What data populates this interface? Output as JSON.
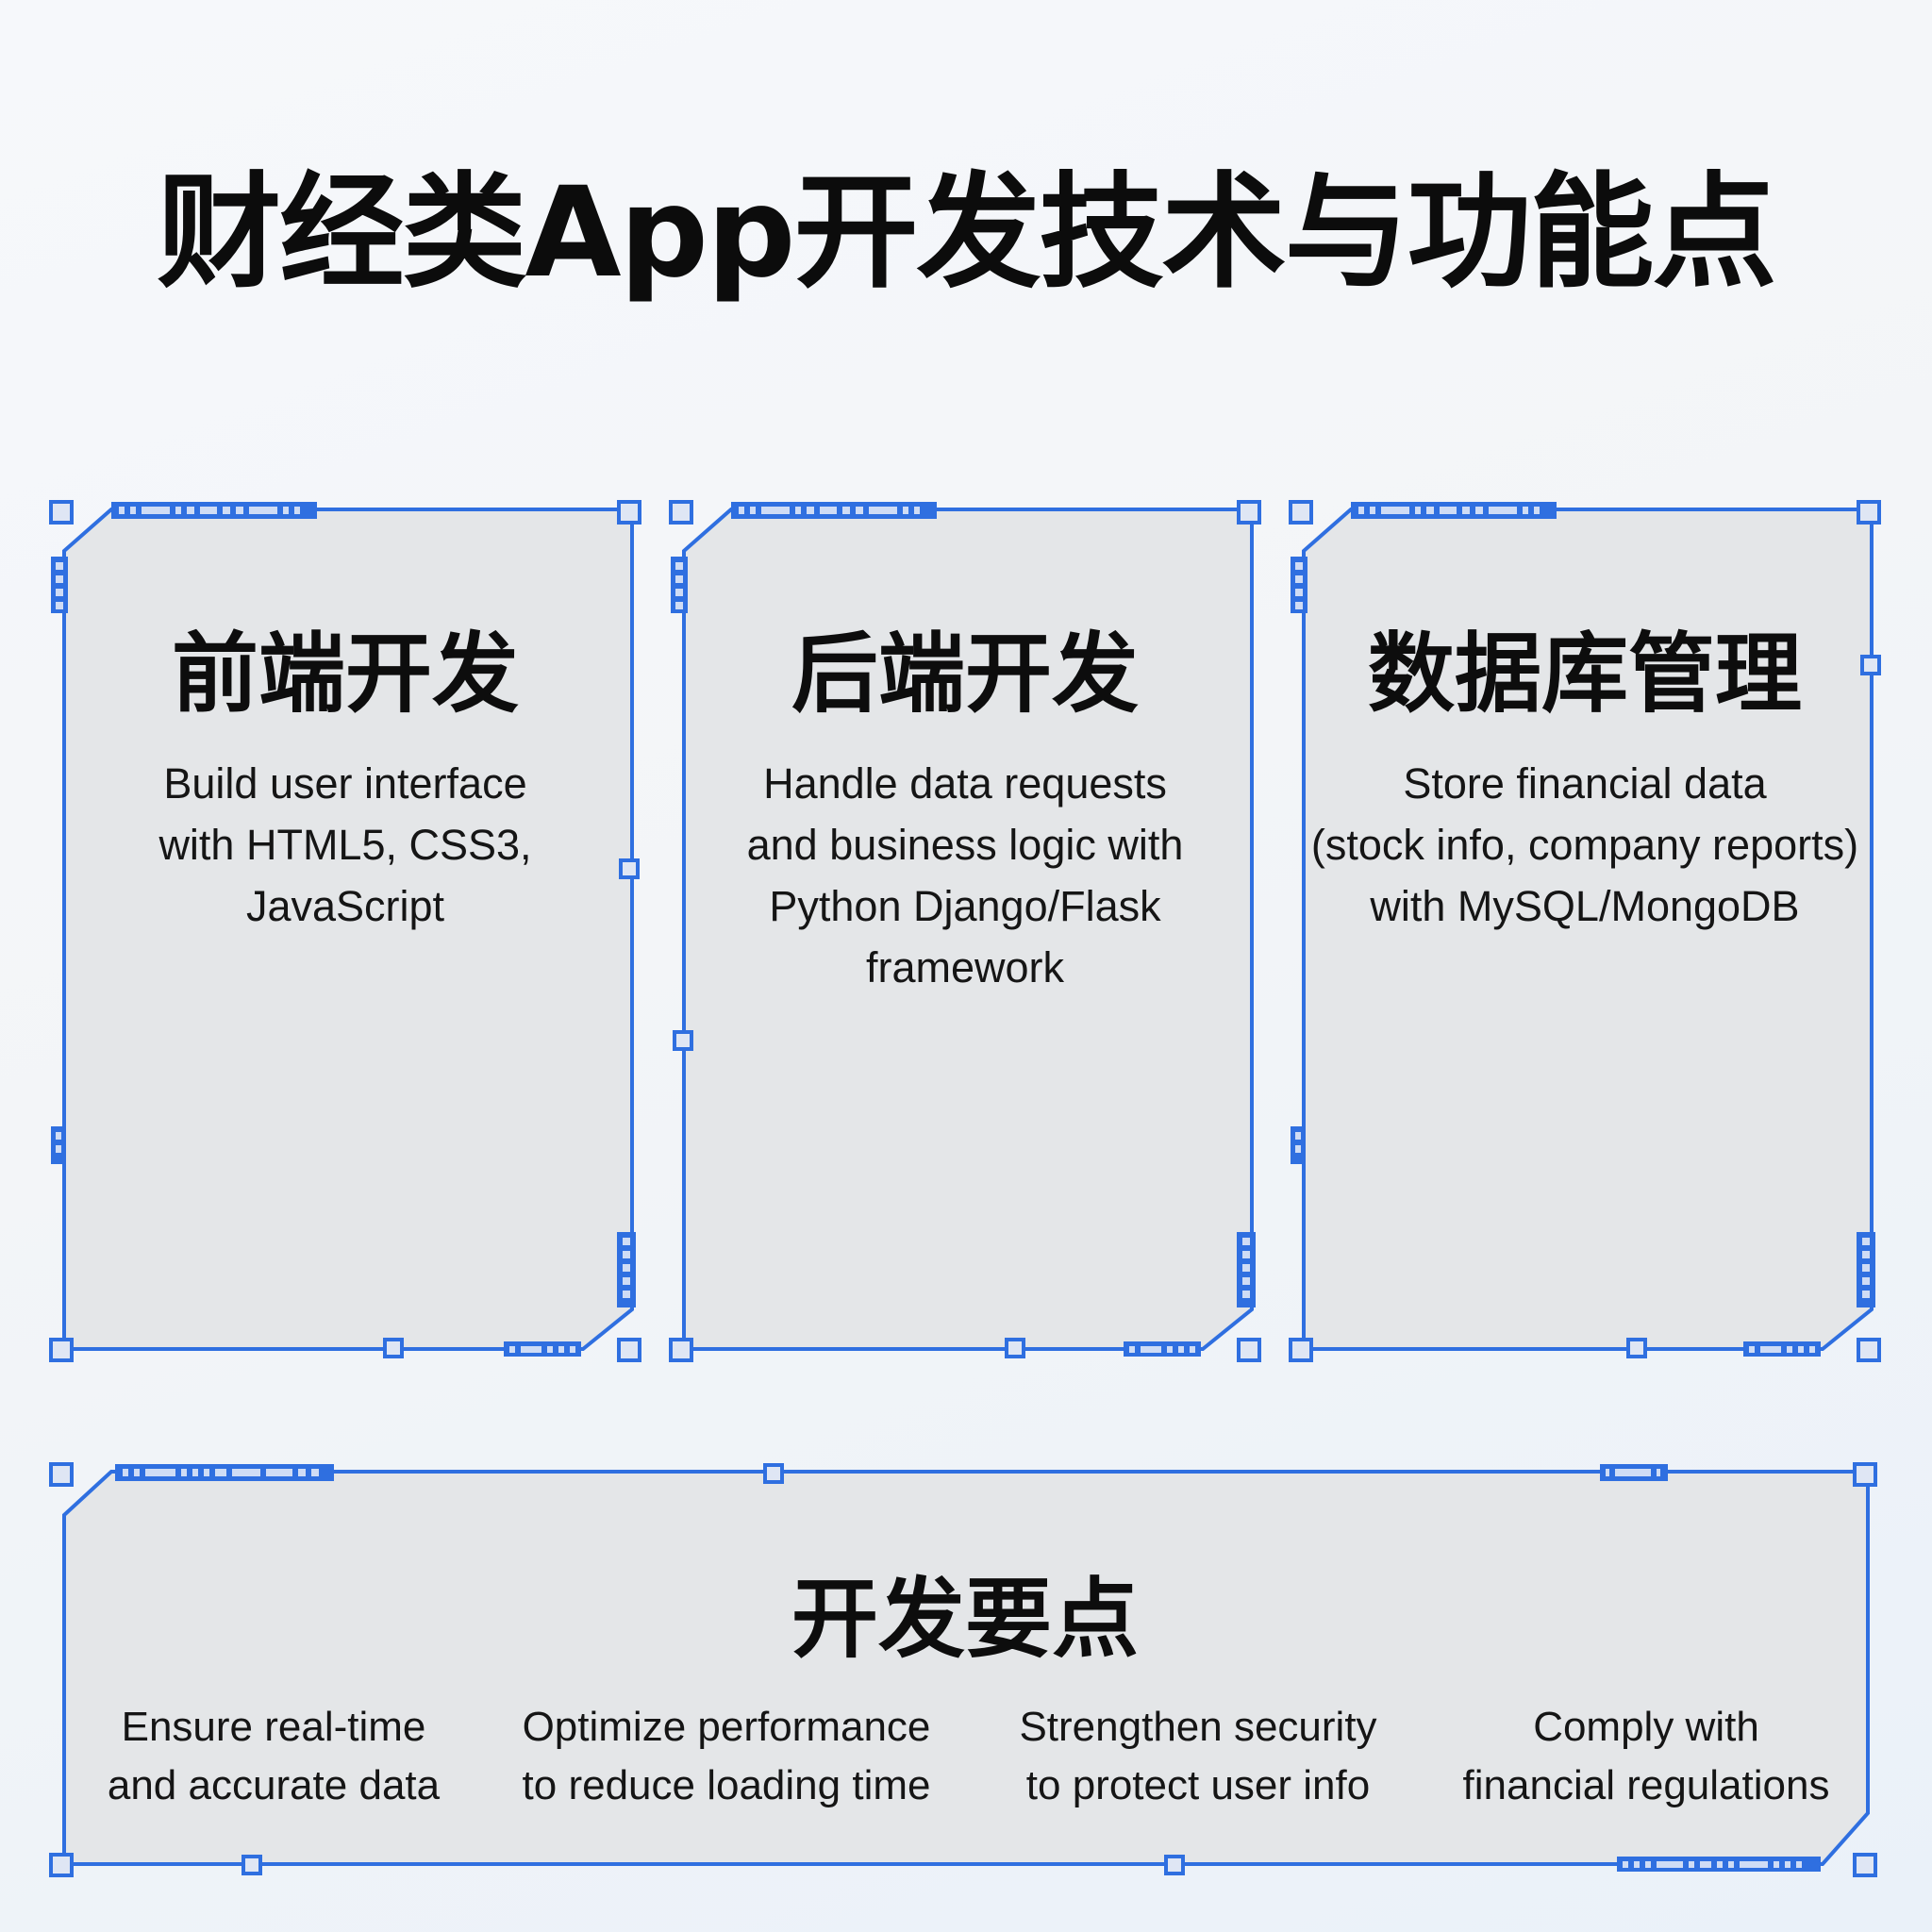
{
  "title": "财经类App开发技术与功能点",
  "colors": {
    "frame_blue": "#2f6fe0",
    "card_fill": "#e4e6e8",
    "text": "#111111"
  },
  "cards": [
    {
      "title": "前端开发",
      "lines": [
        "Build user interface",
        "with HTML5, CSS3,",
        "JavaScript"
      ]
    },
    {
      "title": "后端开发",
      "lines": [
        "Handle data requests",
        "and business logic with",
        "Python Django/Flask",
        "framework"
      ]
    },
    {
      "title": "数据库管理",
      "lines": [
        "Store financial data",
        "(stock info, company reports)",
        "with MySQL/MongoDB"
      ]
    }
  ],
  "key_points": {
    "title": "开发要点",
    "items": [
      {
        "line1": "Ensure real-time",
        "line2": "and accurate data"
      },
      {
        "line1": "Optimize performance",
        "line2": "to reduce loading time"
      },
      {
        "line1": "Strengthen security",
        "line2": "to protect user info"
      },
      {
        "line1": "Comply with",
        "line2": "financial regulations"
      }
    ]
  },
  "icons": {
    "frame_corner_handle": "square-handle-icon",
    "frame_tick_bar": "segmented-bar-icon"
  }
}
